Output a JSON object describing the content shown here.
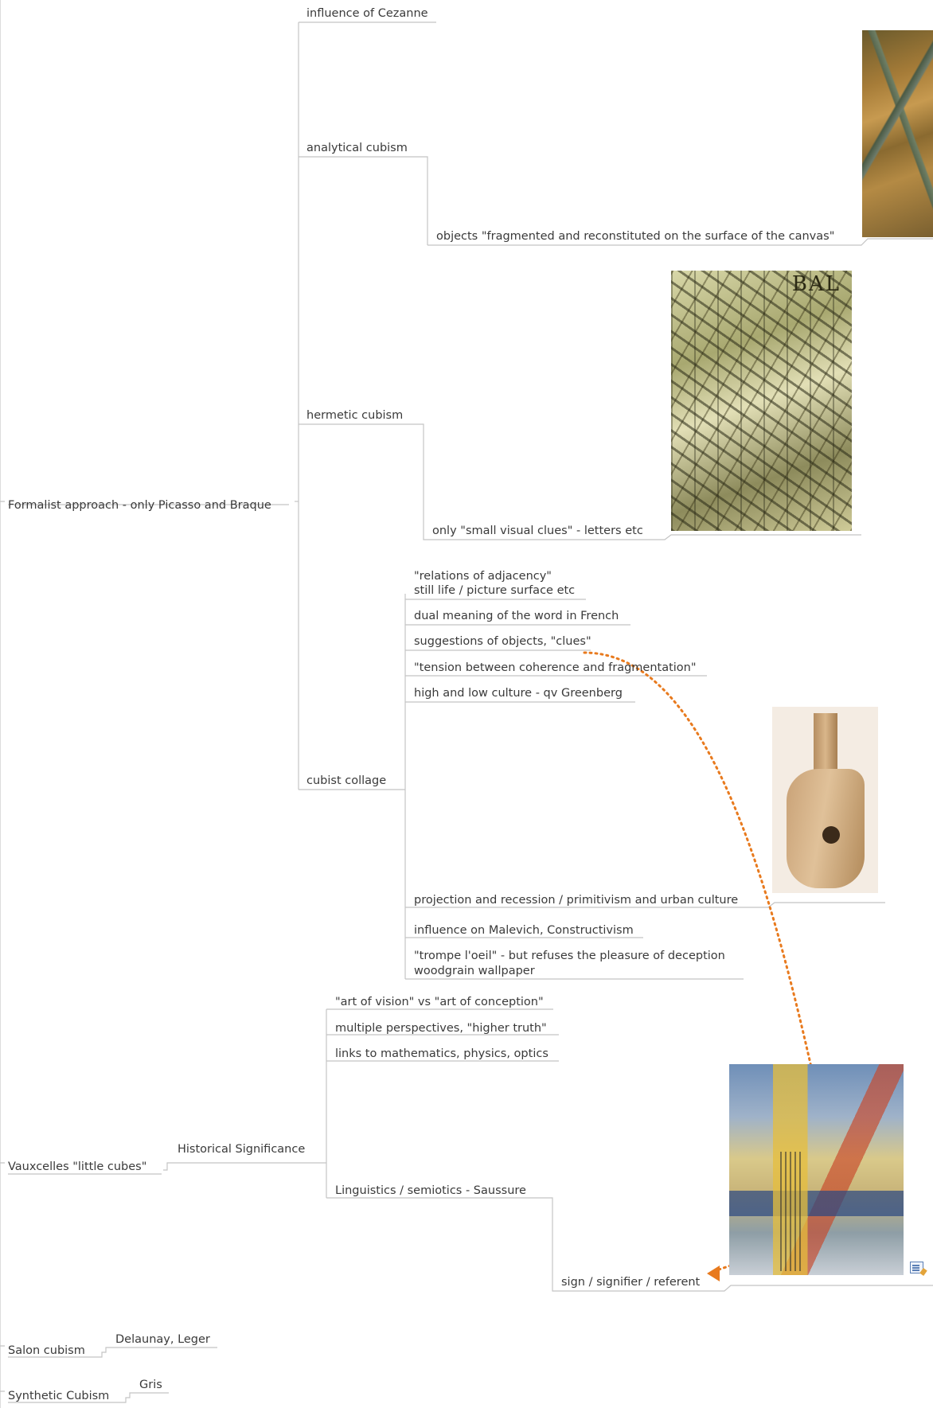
{
  "nodes": {
    "formalist": "Formalist approach - only Picasso and Braque",
    "influence_cezanne": "influence of Cezanne",
    "analytical": "analytical cubism",
    "fragmented": "objects \"fragmented and reconstituted on the surface of the canvas\"",
    "hermetic": "hermetic cubism",
    "small_clues": "only \"small visual clues\" - letters etc",
    "collage": "cubist collage",
    "adjacency_1": "\"relations  of  adjacency\"",
    "adjacency_2": "still life / picture surface etc",
    "dual_meaning": "dual meaning of the word in French",
    "suggestions": "suggestions of objects, \"clues\"",
    "tension": "\"tension between coherence and fragmentation\"",
    "high_low": "high and low culture - qv Greenberg",
    "projection": "projection and recession / primitivism and urban culture",
    "malevich": "influence on Malevich, Constructivism",
    "trompe_1": "\"trompe l'oeil\" - but refuses the pleasure of deception",
    "trompe_2": "woodgrain wallpaper",
    "vauxcelles": "Vauxcelles \"little cubes\"",
    "historical": "Historical Significance",
    "art_vision": "\"art of vision\" vs \"art of conception\"",
    "perspectives": "multiple perspectives, \"higher truth\"",
    "mathematics": "links to mathematics, physics, optics",
    "linguistics": "Linguistics / semiotics - Saussure",
    "sign": "sign / signifier / referent",
    "salon": "Salon cubism",
    "delaunay": "Delaunay, Leger",
    "synthetic": "Synthetic Cubism",
    "gris": "Gris"
  },
  "image_text": {
    "hermetic_letters": "BAL"
  },
  "colors": {
    "connector": "#c4c4c4",
    "relationship_arrow": "#e87a1e",
    "text": "#3a3a3a"
  },
  "icons": {
    "note": "note-icon"
  }
}
